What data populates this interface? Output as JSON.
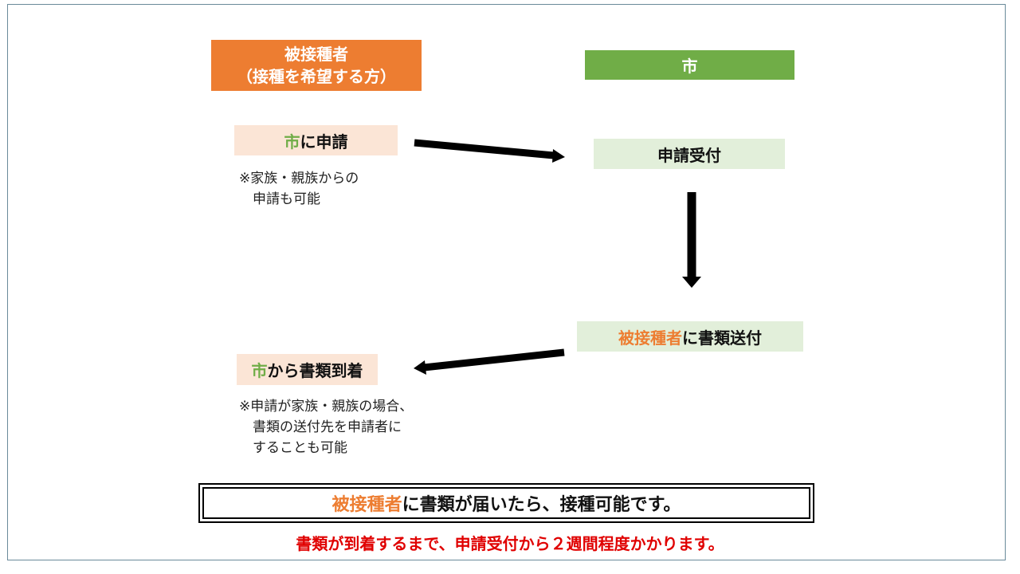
{
  "headers": {
    "recipient_line1": "被接種者",
    "recipient_line2": "（接種を希望する方）",
    "city": "市"
  },
  "steps": {
    "apply": {
      "highlight": "市",
      "rest": "に申請"
    },
    "apply_note": [
      "※家族・親族からの",
      "　申請も可能"
    ],
    "receive": "申請受付",
    "send": {
      "highlight": "被接種者",
      "rest": "に書類送付"
    },
    "arrive": {
      "highlight": "市",
      "rest": "から書類到着"
    },
    "arrive_note": [
      "※申請が家族・親族の場合、",
      "　書類の送付先を申請者に",
      "　することも可能"
    ]
  },
  "footer": {
    "final_highlight": "被接種者",
    "final_rest": "に書類が届いたら、接種可能です。",
    "warning": "書類が到着するまで、申請受付から２週間程度かかります。"
  },
  "colors": {
    "orange": "#ED7D31",
    "green": "#70AD47",
    "light_orange": "#FBE5D6",
    "light_green": "#E2EFDA",
    "red": "#E00000"
  }
}
